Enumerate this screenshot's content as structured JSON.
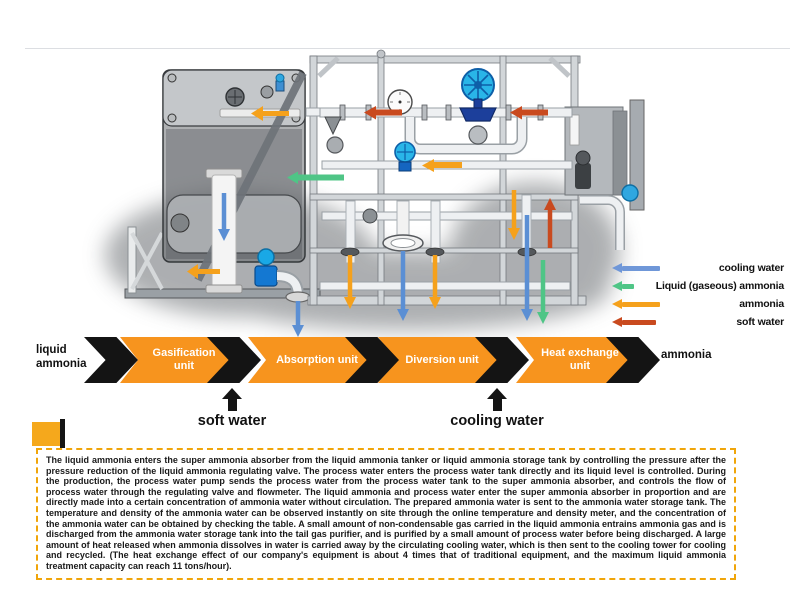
{
  "machine": {
    "title": "liquid ammonia absorption skid illustration",
    "flow_colors": {
      "cooling_water": "#5B8FD4",
      "liquid_gaseous_ammonia": "#4FC586",
      "ammonia": "#F5A11C",
      "soft_water": "#C94A1F"
    }
  },
  "legend": {
    "items": [
      {
        "label": "cooling water",
        "color": "#6F97D8",
        "arrow_width": 48
      },
      {
        "label": "Liquid (gaseous) ammonia",
        "color": "#4FC586",
        "arrow_width": 22
      },
      {
        "label": "ammonia",
        "color": "#F5A11C",
        "arrow_width": 48
      },
      {
        "label": "soft water",
        "color": "#C94A1F",
        "arrow_width": 44
      }
    ]
  },
  "flow": {
    "start_label": "liquid ammonia",
    "end_label": "ammonia",
    "unit_color": "#F7941E",
    "chevron_color": "#141414",
    "units": [
      {
        "label": "Gasification unit"
      },
      {
        "label": "Absorption unit"
      },
      {
        "label": "Diversion unit"
      },
      {
        "label": "Heat exchange unit"
      }
    ],
    "inputs": [
      {
        "label": "soft water"
      },
      {
        "label": "cooling water"
      }
    ]
  },
  "description": {
    "text": "The liquid ammonia enters the super ammonia absorber from the liquid ammonia tanker or liquid ammonia storage tank by controlling the pressure after the pressure reduction of the liquid ammonia regulating valve. The process water enters the process water tank directly and its liquid level is controlled. During the production, the process water pump sends the process water from the process water tank to the super ammonia absorber, and controls the flow of process water through the regulating valve and flowmeter. The liquid ammonia and process water enter the super ammonia absorber in proportion and are directly made into a certain concentration of ammonia water without circulation. The prepared ammonia water is sent to the ammonia water storage tank. The temperature and density of the ammonia water can be observed instantly on site through the online temperature and density meter, and the concentration of the ammonia water can be obtained by checking the table. A small amount of non-condensable gas carried in the liquid ammonia entrains ammonia gas and is discharged from the ammonia water storage tank into the tail gas purifier, and is purified by a small amount of process water before being discharged. A large amount of heat released when ammonia dissolves in water is carried away by the circulating cooling water, which is then sent to the cooling tower for cooling and recycled. (The heat exchange effect of our company's equipment is about 4 times that of traditional equipment, and the maximum liquid ammonia treatment capacity can reach 11 tons/hour)."
  }
}
